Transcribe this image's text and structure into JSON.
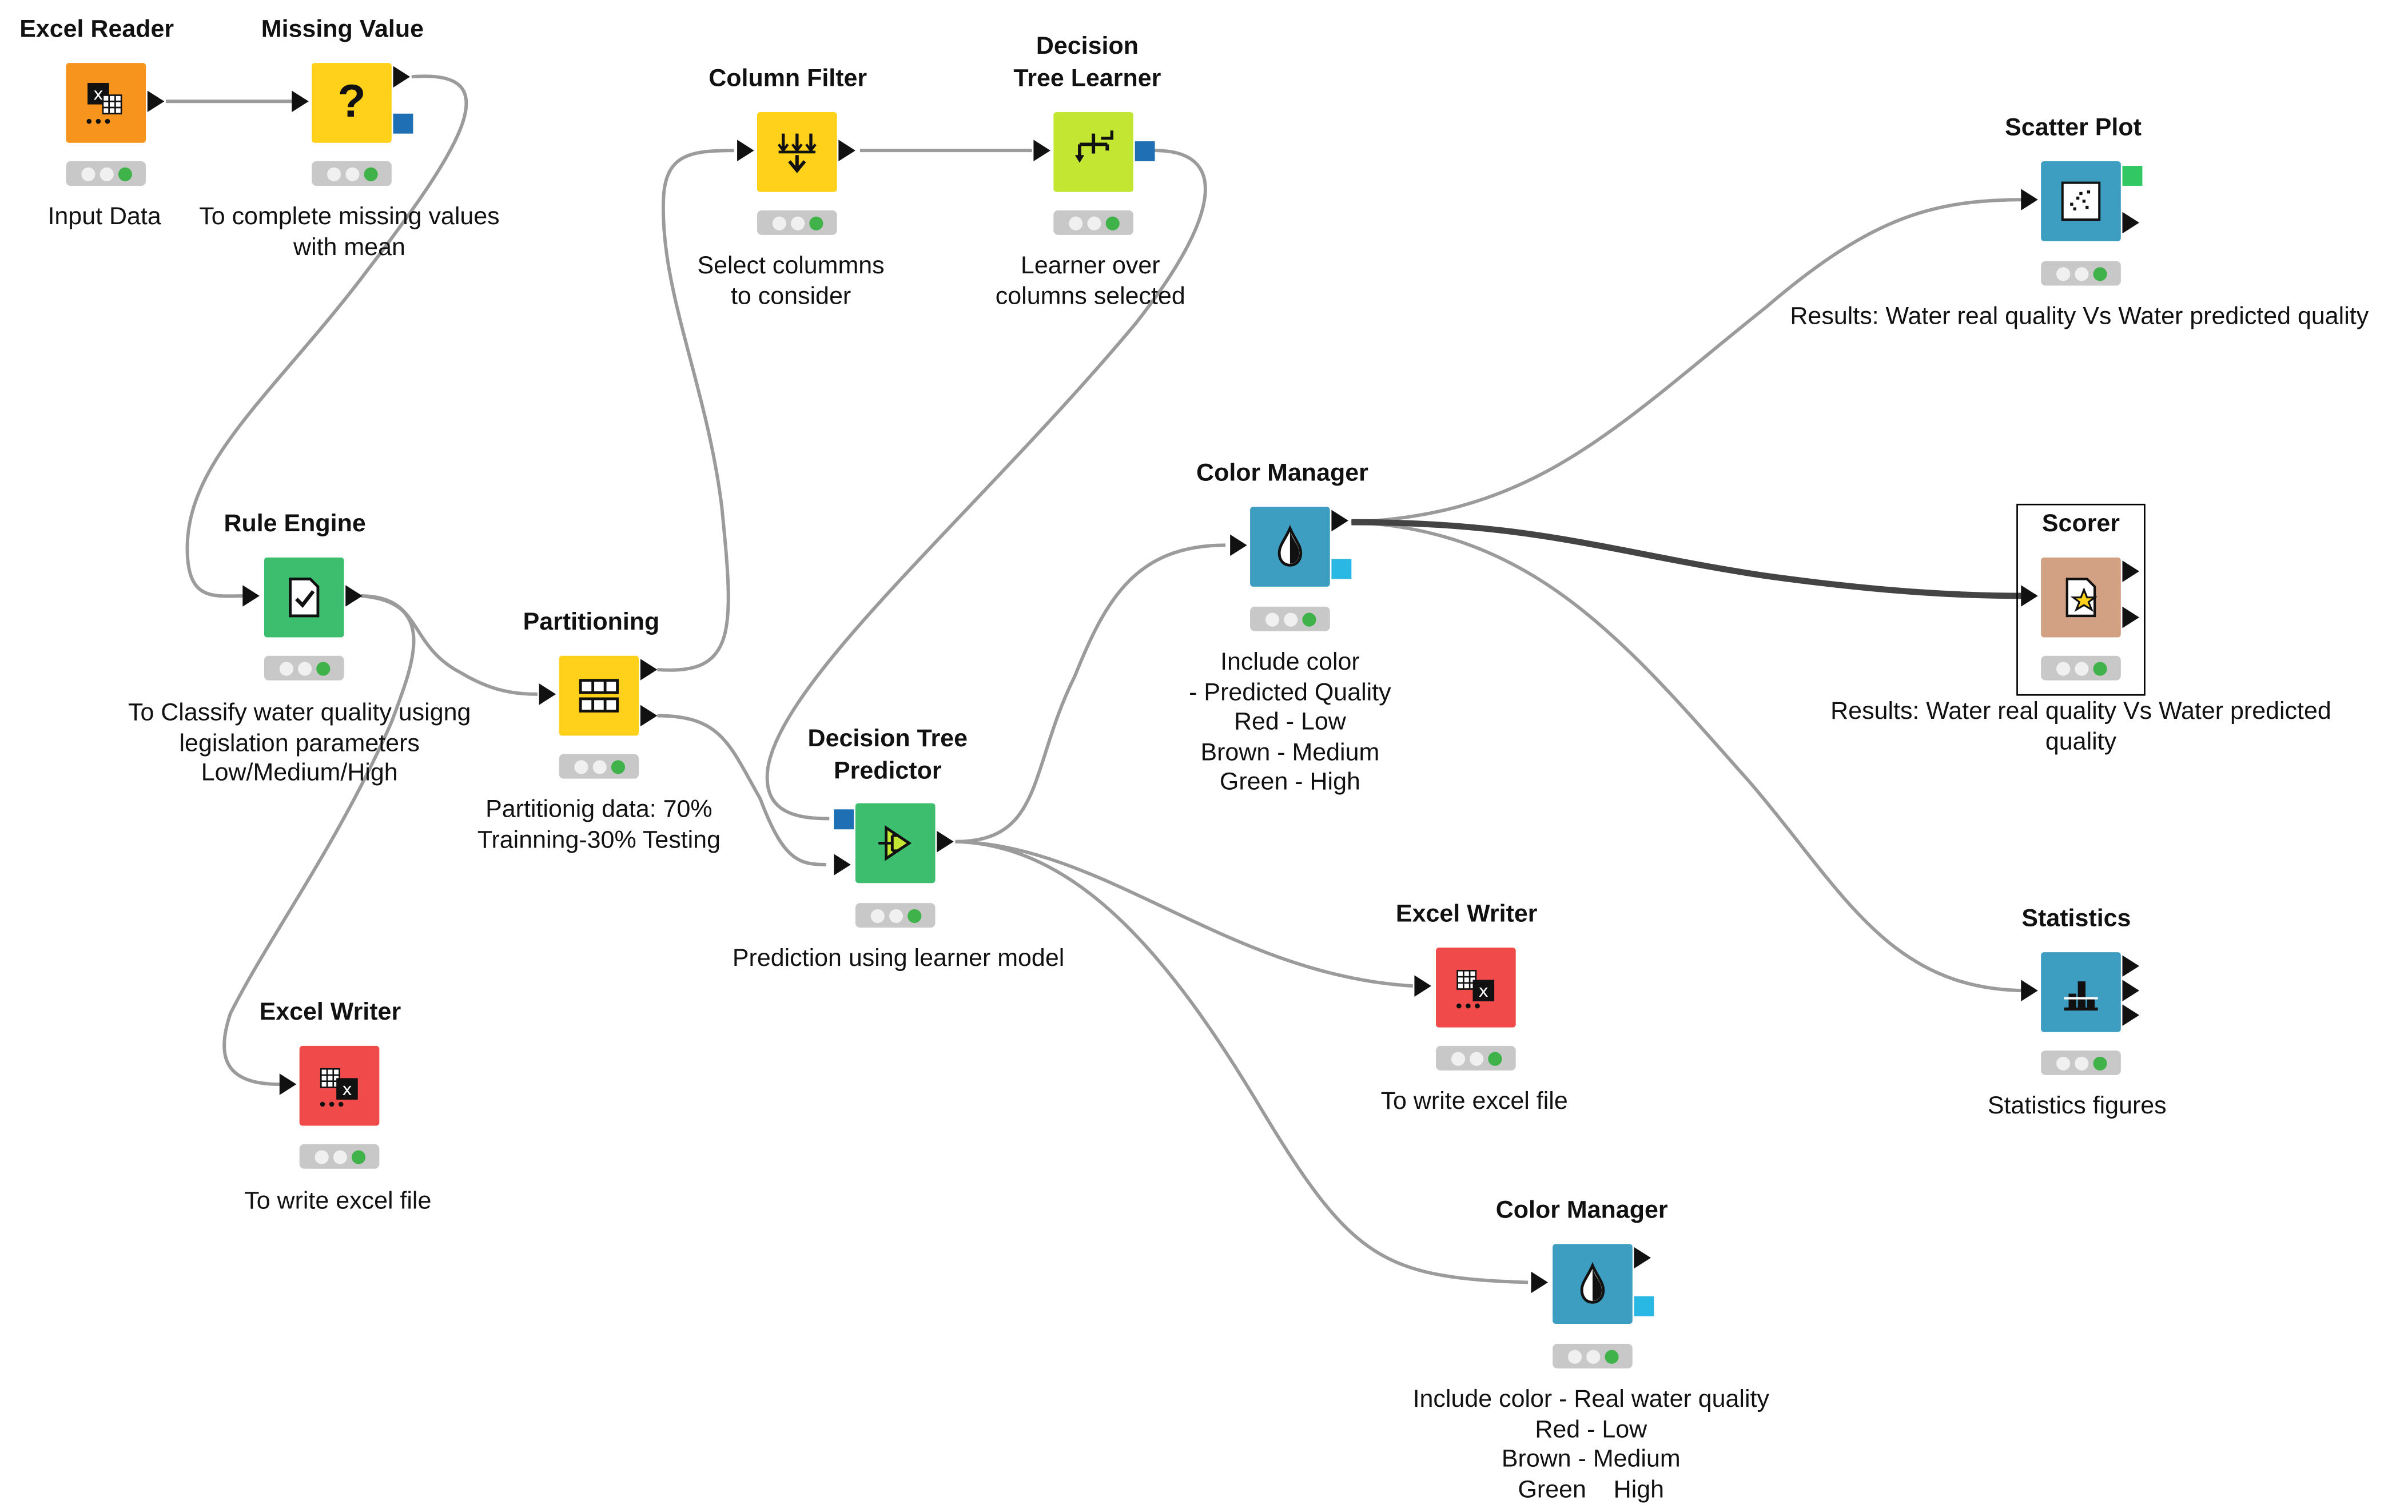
{
  "colors": {
    "orange": "#f7941d",
    "yellow": "#ffd11a",
    "lime": "#c3e632",
    "green": "#3dbe6e",
    "blue": "#3e9ec2",
    "tan": "#d2a083",
    "red": "#f04a4a",
    "status_green": "#3fb34a",
    "port_blue": "#1f6fb5",
    "port_cyan": "#29b7e4",
    "port_green": "#31c864",
    "connection": "#9b9b9b",
    "connection_selected": "#444444"
  },
  "nodes": {
    "excel_reader": {
      "title": "Excel Reader",
      "label": "Input Data",
      "icon": "excel-reader-icon"
    },
    "missing_value": {
      "title": "Missing Value",
      "label": "To complete missing values\nwith mean",
      "icon": "question-mark-icon"
    },
    "column_filter": {
      "title": "Column Filter",
      "label": "Select colummns\nto consider",
      "icon": "column-filter-icon"
    },
    "dt_learner": {
      "title_line1": "Decision",
      "title_line2": "Tree Learner",
      "label": "Learner over\ncolumns selected",
      "icon": "decision-tree-learner-icon"
    },
    "scatter_plot": {
      "title": "Scatter Plot",
      "label": "Results: Water real quality Vs Water predicted quality",
      "icon": "scatter-plot-icon"
    },
    "rule_engine": {
      "title": "Rule Engine",
      "label": "To Classify water quality usigng\nlegislation parameters\nLow/Medium/High",
      "icon": "rule-engine-icon"
    },
    "partitioning": {
      "title": "Partitioning",
      "label": "Partitionig data: 70%\nTrainning-30% Testing",
      "icon": "partitioning-icon"
    },
    "color_manager_1": {
      "title": "Color Manager",
      "label": "Include color\n- Predicted Quality\nRed - Low\nBrown - Medium\nGreen - High",
      "icon": "color-drop-icon"
    },
    "scorer": {
      "title": "Scorer",
      "label": "Results: Water real quality Vs Water predicted\nquality",
      "icon": "scorer-icon"
    },
    "dt_predictor": {
      "title_line1": "Decision Tree",
      "title_line2": "Predictor",
      "label": "Prediction using learner model",
      "icon": "decision-tree-predictor-icon"
    },
    "excel_writer_1": {
      "title": "Excel Writer",
      "label": "To write excel file",
      "icon": "excel-writer-icon"
    },
    "excel_writer_2": {
      "title": "Excel Writer",
      "label": "To write excel file",
      "icon": "excel-writer-icon"
    },
    "statistics": {
      "title": "Statistics",
      "label": "Statistics figures",
      "icon": "statistics-icon"
    },
    "color_manager_2": {
      "title": "Color Manager",
      "label": "Include color - Real water quality\nRed - Low\nBrown - Medium\nGreen    High",
      "icon": "color-drop-icon"
    }
  },
  "node_state": "executed"
}
